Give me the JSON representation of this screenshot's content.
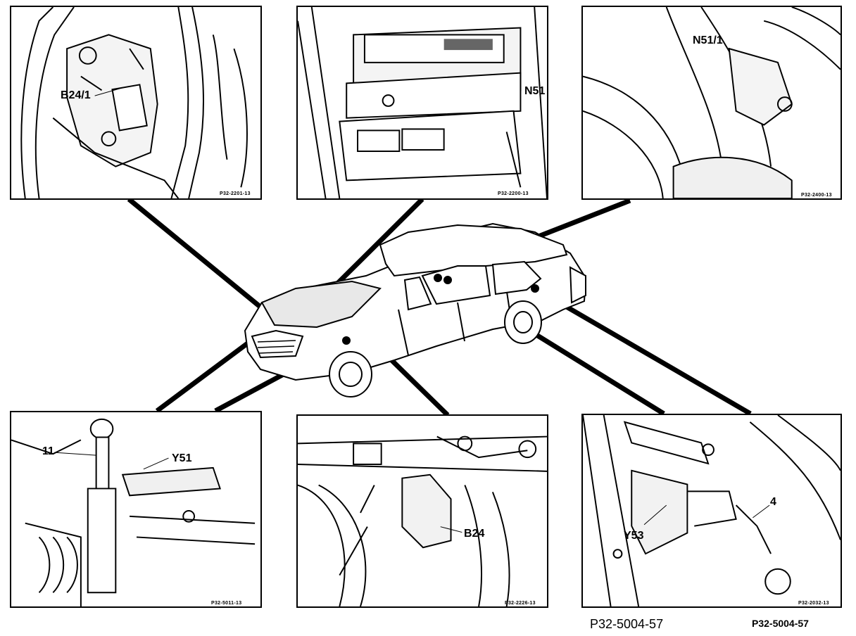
{
  "figure": {
    "id_large": "P32-5004-57",
    "id_small": "P32-5004-57"
  },
  "panels": {
    "b24_1": {
      "label": "B24/1",
      "code": "P32-2201-13"
    },
    "n51": {
      "label": "N51",
      "code": "P32-2200-13"
    },
    "n51_1": {
      "label": "N51/1",
      "code": "P32-2400-13"
    },
    "y51": {
      "label_y51": "Y51",
      "label_11": "11",
      "code": "P32-5011-13"
    },
    "b24": {
      "label": "B24",
      "code": "P32-2226-13"
    },
    "y53": {
      "label_y53": "Y53",
      "label_4": "4",
      "code": "P32-2032-13"
    }
  },
  "colors": {
    "ink": "#000000",
    "paper": "#ffffff"
  }
}
